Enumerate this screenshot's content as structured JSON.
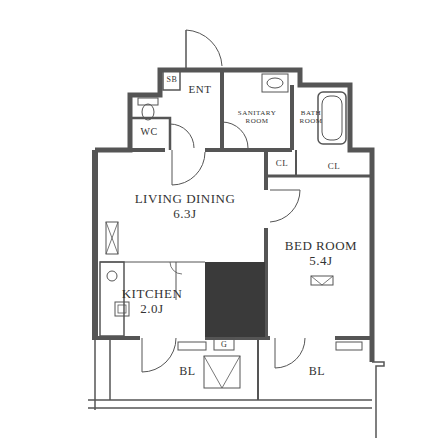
{
  "diagram": {
    "nodes": [
      {
        "text": [
          "SB"
        ]
      },
      {
        "text": [
          "ENT"
        ]
      },
      {
        "text": [
          "WC"
        ]
      },
      {
        "text": [
          "SANITARY ROOM"
        ]
      },
      {
        "text": [
          "BATH ROOM"
        ]
      },
      {
        "text": [
          "CL"
        ]
      },
      {
        "text": [
          "CL"
        ]
      },
      {
        "text": [
          "LIVING DINING",
          "6.3J"
        ]
      },
      {
        "text": [
          "KITCHEN",
          "2.0J"
        ]
      },
      {
        "text": [
          "BED ROOM",
          "5.4J"
        ]
      },
      {
        "text": [
          "BL"
        ]
      },
      {
        "text": [
          "BL"
        ]
      }
    ],
    "labels": [
      "G"
    ]
  }
}
